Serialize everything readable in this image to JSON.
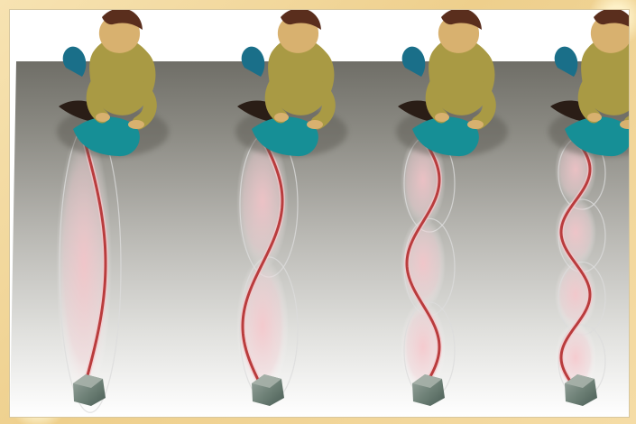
{
  "scene": {
    "description_colors": {
      "background_frame": "#f2d79b",
      "panel": "#ffffff",
      "floor_top": "#707066",
      "floor_bottom": "#ffffff",
      "rope": "#b93c3d",
      "rope_glow": "#f6c8cc",
      "shirt": "#a99a44",
      "pants": "#168f96",
      "skin": "#d8b16f",
      "hair": "#5a2e1d",
      "block": "#687a70"
    },
    "panels": [
      {
        "id": "mode-1",
        "antinodes": 1
      },
      {
        "id": "mode-2",
        "antinodes": 2
      },
      {
        "id": "mode-3",
        "antinodes": 3
      },
      {
        "id": "mode-4",
        "antinodes": 4
      }
    ]
  }
}
